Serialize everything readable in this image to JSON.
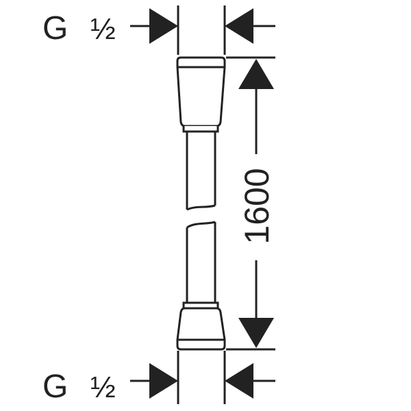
{
  "thread_top": {
    "letter": "G",
    "size": "½"
  },
  "thread_bottom": {
    "letter": "G",
    "size": "½"
  },
  "dimension": {
    "length": "1600"
  },
  "colors": {
    "stroke": "#222222",
    "background": "#ffffff"
  }
}
